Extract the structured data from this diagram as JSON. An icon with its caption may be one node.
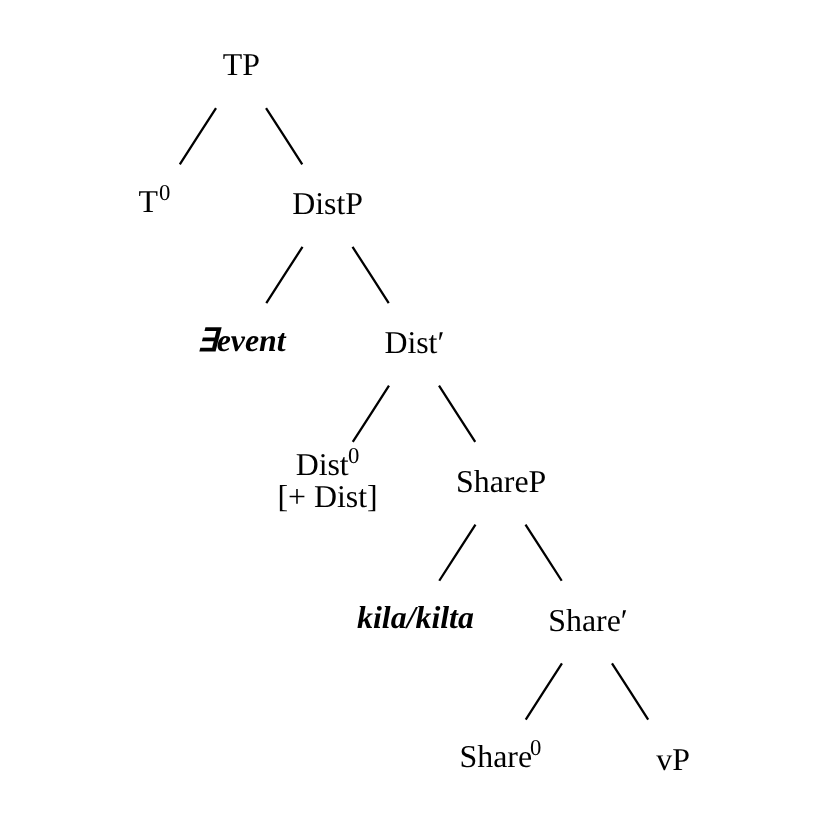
{
  "diagram": {
    "nodes": [
      {
        "text": [
          "TP"
        ]
      },
      {
        "text": [
          "T$^{0}$"
        ]
      },
      {
        "text": [
          "DistP"
        ]
      },
      {
        "text": [
          "∃event"
        ]
      },
      {
        "text": [
          "Dist′"
        ]
      },
      {
        "text": [
          "Dist$^{0}$",
          "[+ Dist]"
        ]
      },
      {
        "text": [
          "ShareP"
        ]
      },
      {
        "text": [
          "kila/kilta"
        ]
      },
      {
        "text": [
          "Share′"
        ]
      },
      {
        "text": [
          "Share$^{0}$"
        ]
      },
      {
        "text": [
          "vP"
        ]
      }
    ],
    "edges": [
      {
        "from": 0,
        "to": 1,
        "arrow": "none"
      },
      {
        "from": 0,
        "to": 2,
        "arrow": "none"
      },
      {
        "from": 2,
        "to": 3,
        "arrow": "none"
      },
      {
        "from": 2,
        "to": 4,
        "arrow": "none"
      },
      {
        "from": 4,
        "to": 5,
        "arrow": "none"
      },
      {
        "from": 4,
        "to": 6,
        "arrow": "none"
      },
      {
        "from": 6,
        "to": 7,
        "arrow": "none"
      },
      {
        "from": 6,
        "to": 8,
        "arrow": "none"
      },
      {
        "from": 8,
        "to": 9,
        "arrow": "none"
      },
      {
        "from": 8,
        "to": 10,
        "arrow": "none"
      }
    ]
  }
}
